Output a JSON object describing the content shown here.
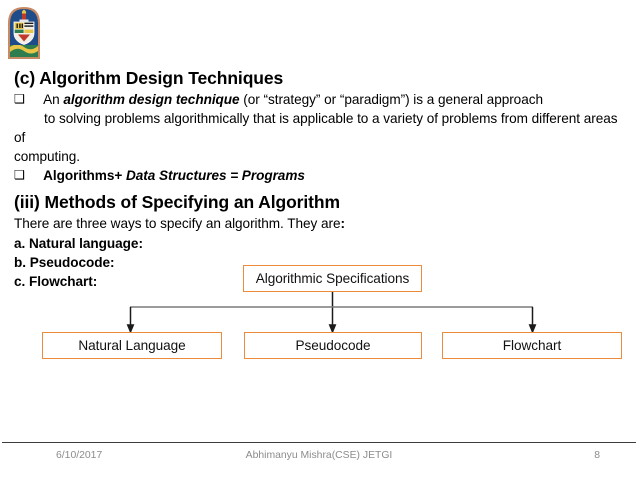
{
  "slide": {
    "background_color": "#FFFFFF",
    "accent_color": "#ED8B3C",
    "logo": {
      "name": "college-crest-logo",
      "alt": "College crest emblem"
    },
    "headings": {
      "section_c": "(c) Algorithm Design Techniques",
      "section_iii": "(iii) Methods of Specifying an Algorithm"
    },
    "bullets": {
      "glyph": "❑",
      "bullet1": {
        "pre": "An ",
        "italic": "algorithm design technique",
        "post": " (or “strategy” or “paradigm”) is a general approach",
        "line2": "to solving problems algorithmically that is applicable to a variety of problems from different areas of",
        "line3": "computing."
      },
      "bullet2": {
        "bold": "Algorithms+ ",
        "italic": "Data Structures = Programs"
      }
    },
    "intro_line": {
      "text": "There are three ways to specify an algorithm. They are",
      "colon": ":"
    },
    "methods": [
      "a. Natural language:",
      "b. Pseudocode:",
      "c. Flowchart:"
    ],
    "diagram": {
      "root": "Algorithmic Specifications",
      "children": [
        "Natural Language",
        "Pseudocode",
        "Flowchart"
      ],
      "connector_color": "#7A7A7A",
      "arrow_color": "#1A1A1A"
    },
    "footer": {
      "date": "6/10/2017",
      "author": "Abhimanyu Mishra(CSE) JETGI",
      "page_number": "8"
    }
  }
}
